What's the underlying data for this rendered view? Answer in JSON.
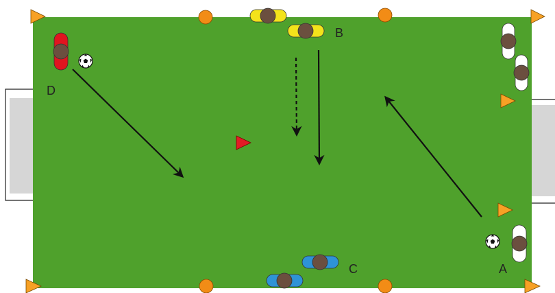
{
  "labels": {
    "a": "A",
    "b": "B",
    "c": "C",
    "d": "D"
  },
  "colors": {
    "pitch": "#4fa12c",
    "goal_fill": "#d6d6d6",
    "cone_orange": "#f7a125",
    "disc_orange": "#f28c16",
    "cone_red": "#e21c25",
    "team_yellow": "#f3e31b",
    "team_blue": "#2e93d6",
    "team_red": "#e0151f",
    "team_white": "#ffffff",
    "player_head": "#6b4f3f"
  },
  "icons": [
    "cone-icon",
    "disc-marker-icon",
    "soccer-ball-icon",
    "player-icon",
    "goal-icon",
    "arrow-icon"
  ]
}
